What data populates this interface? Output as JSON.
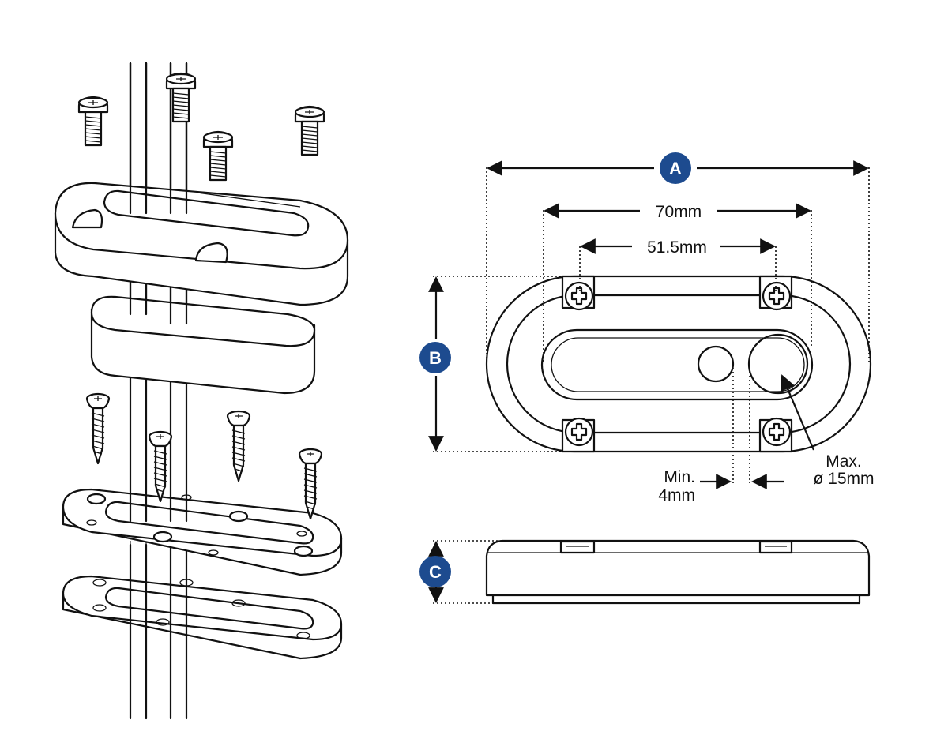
{
  "labels": {
    "badge_a": "A",
    "badge_b": "B",
    "badge_c": "C",
    "dim_70": "70mm",
    "dim_515": "51.5mm",
    "min_line1": "Min.",
    "min_line2": "4mm",
    "max_line1": "Max.",
    "max_line2": "ø 15mm"
  },
  "colors": {
    "badge": "#1d4b8f",
    "line": "#111111"
  }
}
